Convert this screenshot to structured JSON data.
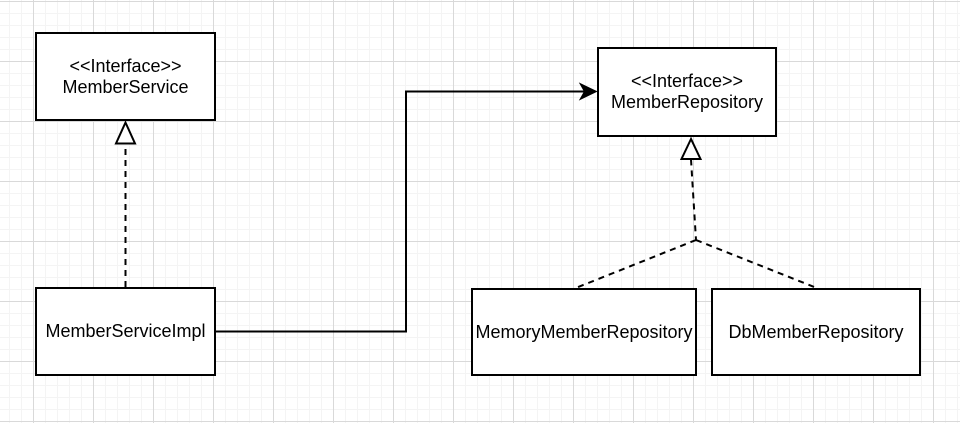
{
  "diagram": {
    "kind": "uml-class-diagram",
    "nodes": [
      {
        "id": "member-service",
        "stereotype": "<<Interface>>",
        "name": "MemberService"
      },
      {
        "id": "member-repository",
        "stereotype": "<<Interface>>",
        "name": "MemberRepository"
      },
      {
        "id": "member-service-impl",
        "name": "MemberServiceImpl"
      },
      {
        "id": "memory-member-repository",
        "name": "MemoryMemberRepository"
      },
      {
        "id": "db-member-repository",
        "name": "DbMemberRepository"
      }
    ],
    "edges": [
      {
        "from": "MemberServiceImpl",
        "to": "MemberService",
        "type": "realization",
        "style": "dashed-line-hollow-triangle"
      },
      {
        "from": "MemberServiceImpl",
        "to": "MemberRepository",
        "type": "dependency",
        "style": "solid-orthogonal-filled-arrow"
      },
      {
        "from": "MemoryMemberRepository",
        "to": "MemberRepository",
        "type": "realization",
        "style": "dashed-line-hollow-triangle"
      },
      {
        "from": "DbMemberRepository",
        "to": "MemberRepository",
        "type": "realization",
        "style": "dashed-line-hollow-triangle"
      }
    ],
    "colors": {
      "stroke": "#000000",
      "text": "#000000",
      "node_fill": "#ffffff",
      "canvas": "#ffffff",
      "grid_minor": "#f4f4f4",
      "grid_major": "#d9d9d9"
    }
  }
}
